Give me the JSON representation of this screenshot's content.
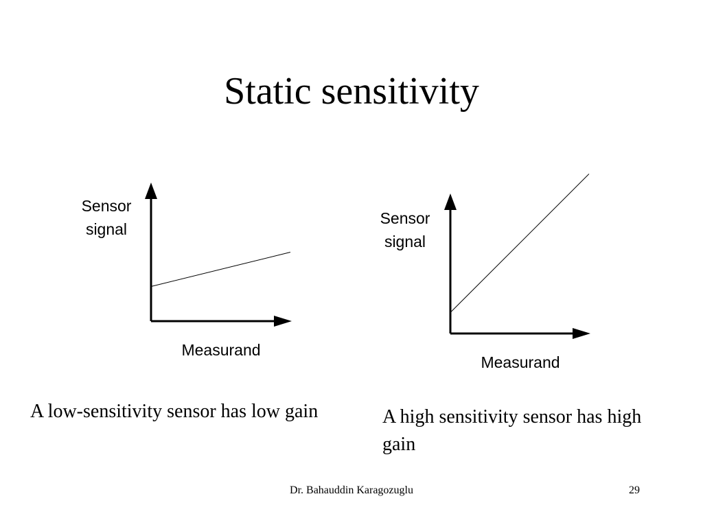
{
  "slide": {
    "title": "Static sensitivity",
    "footer_author": "Dr. Bahauddin Karagozuglu",
    "page_number": "29"
  },
  "graphs": [
    {
      "y_label": [
        "Sensor",
        "signal"
      ],
      "x_label": "Measurand",
      "caption": "A low-sensitivity sensor has low gain",
      "line": {
        "intercept": 0.25,
        "slope": 0.25
      }
    },
    {
      "y_label": [
        "Sensor",
        "signal"
      ],
      "x_label": "Measurand",
      "caption": "A high sensitivity sensor has high gain",
      "line": {
        "intercept": 0.15,
        "slope": 1.0
      }
    }
  ],
  "colors": {
    "ink": "#000000",
    "background": "#ffffff"
  }
}
